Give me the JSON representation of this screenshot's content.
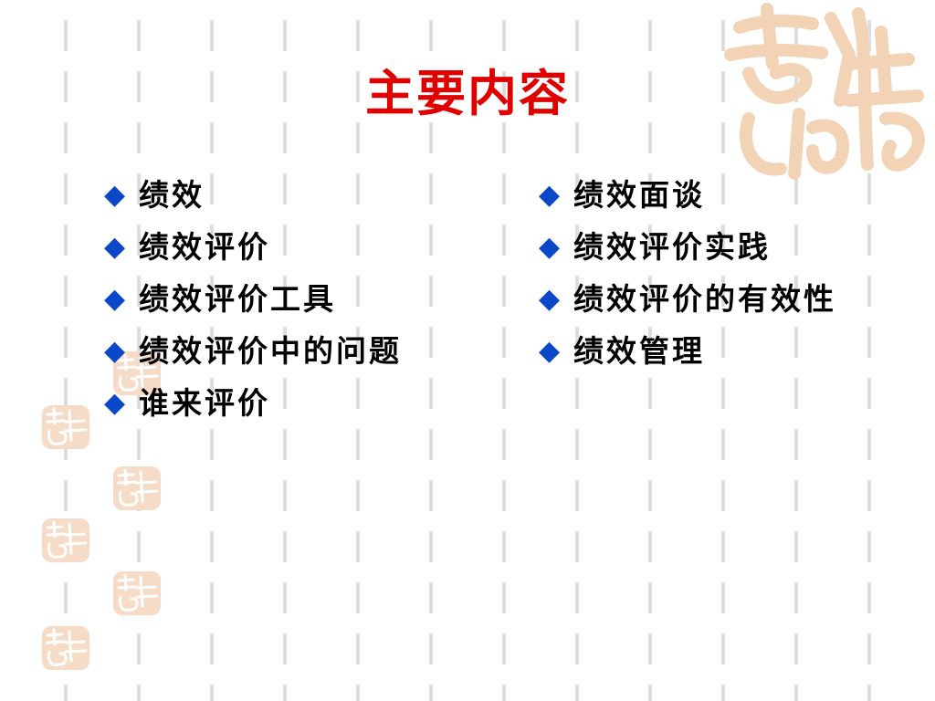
{
  "slide": {
    "title": "主要内容",
    "bullet_glyph": "◆",
    "left_items": [
      "绩效",
      "绩效评价",
      "绩效评价工具",
      "绩效评价中的问题",
      "谁来评价"
    ],
    "right_items": [
      "绩效面谈",
      "绩效评价实践",
      "绩效评价的有效性",
      "绩效管理"
    ]
  },
  "colors": {
    "title": "#e00000",
    "bullet": "#0a48c9",
    "seal": "#f3d8be"
  },
  "decorations": {
    "seal_icon": "auspicious-seal-icon"
  }
}
